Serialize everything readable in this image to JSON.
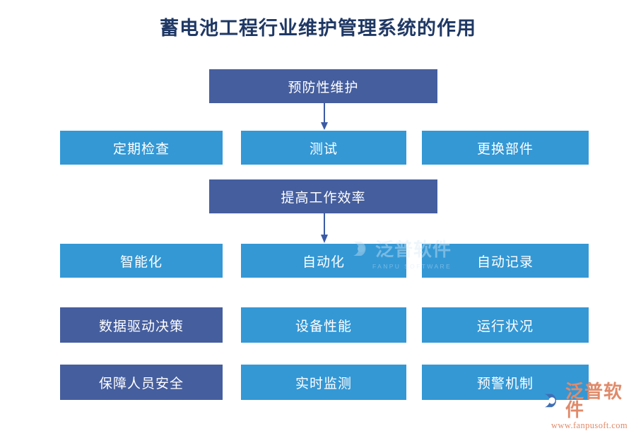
{
  "page": {
    "title": "蓄电池工程行业维护管理系统的作用",
    "background": "#ffffff"
  },
  "colors": {
    "dark_blue": "#455e9e",
    "light_blue": "#3498d5",
    "title_text": "#1f3864",
    "node_text": "#ffffff",
    "arrow": "#3b5ba5"
  },
  "diagram": {
    "type": "flowchart",
    "rows": [
      {
        "id": "row-1",
        "layout": "center",
        "nodes": [
          {
            "label": "预防性维护",
            "style": "dark"
          }
        ]
      },
      {
        "id": "row-2",
        "layout": "three-column",
        "nodes": [
          {
            "label": "定期检查",
            "style": "light"
          },
          {
            "label": "测试",
            "style": "light"
          },
          {
            "label": "更换部件",
            "style": "light"
          }
        ]
      },
      {
        "id": "row-3",
        "layout": "center",
        "nodes": [
          {
            "label": "提高工作效率",
            "style": "dark"
          }
        ]
      },
      {
        "id": "row-4",
        "layout": "three-column",
        "nodes": [
          {
            "label": "智能化",
            "style": "light"
          },
          {
            "label": "自动化",
            "style": "light"
          },
          {
            "label": "自动记录",
            "style": "light"
          }
        ]
      },
      {
        "id": "row-5",
        "layout": "three-column",
        "nodes": [
          {
            "label": "数据驱动决策",
            "style": "dark"
          },
          {
            "label": "设备性能",
            "style": "light"
          },
          {
            "label": "运行状况",
            "style": "light"
          }
        ]
      },
      {
        "id": "row-6",
        "layout": "three-column",
        "nodes": [
          {
            "label": "保障人员安全",
            "style": "dark"
          },
          {
            "label": "实时监测",
            "style": "light"
          },
          {
            "label": "预警机制",
            "style": "light"
          }
        ]
      }
    ],
    "connectors": [
      {
        "id": "arrow-1",
        "from": "预防性维护",
        "to": "测试",
        "icon": "down-arrow-icon"
      },
      {
        "id": "arrow-2",
        "from": "提高工作效率",
        "to": "自动化",
        "icon": "down-arrow-icon"
      }
    ]
  },
  "watermarks": {
    "center": {
      "name": "泛普软件",
      "subtitle": "FANPU SOFTWARE"
    },
    "corner": {
      "name": "泛普软件",
      "url": "www.fanpusoft.com"
    }
  }
}
